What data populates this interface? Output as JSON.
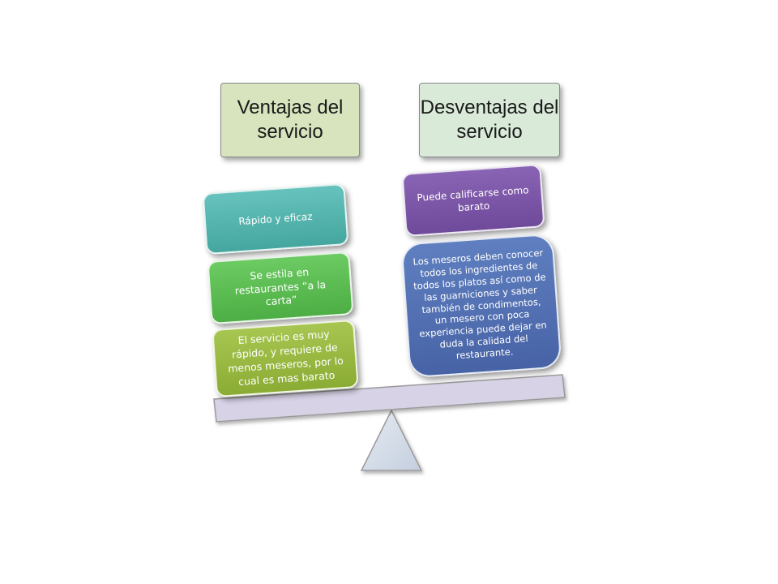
{
  "headers": {
    "left": "Ventajas del servicio",
    "right": "Desventajas del servicio"
  },
  "ventajas": [
    "Rápido y eficaz",
    "Se estila en restaurantes “a la carta”",
    "El servicio es muy rápido, y requiere de menos meseros, por lo cual es mas barato"
  ],
  "desventajas": [
    "Puede calificarse como barato",
    "Los meseros deben conocer todos los ingredientes de todos los platos así como de las guarniciones y saber también de condimentos, un mesero con poca experiencia puede dejar en duda la calidad del restaurante."
  ],
  "colors": {
    "beam": "#d8d2e6",
    "fulcrum": "#d4dce8",
    "outline": "#9a9a9a"
  }
}
